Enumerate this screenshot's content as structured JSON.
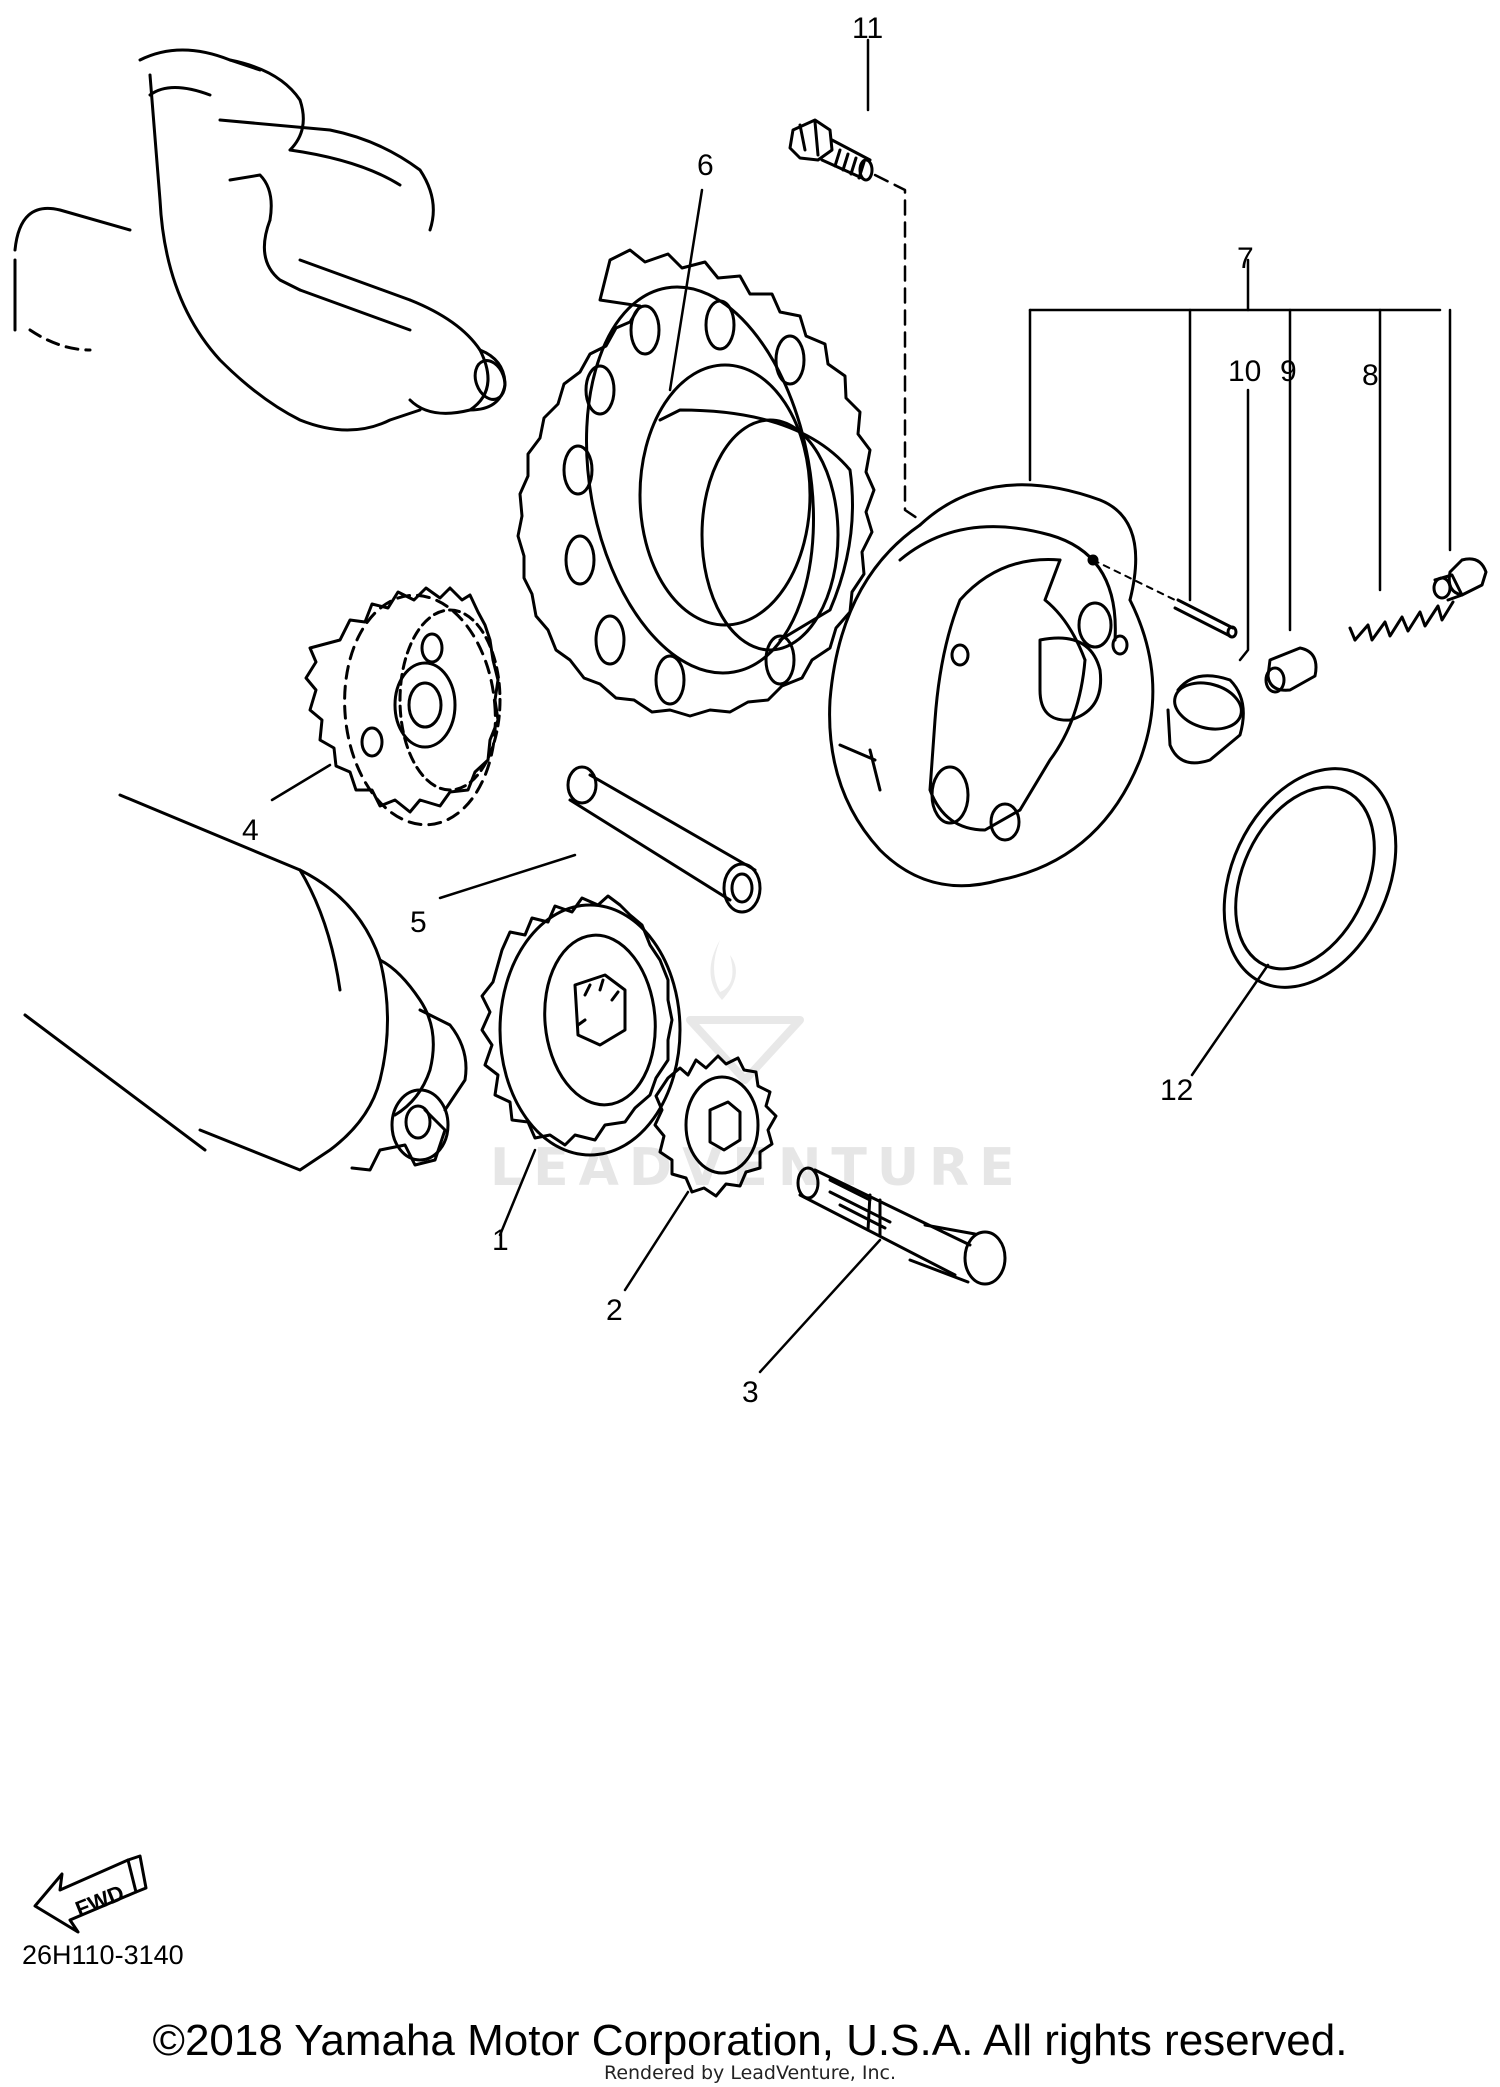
{
  "diagram": {
    "callouts": [
      "1",
      "2",
      "3",
      "4",
      "5",
      "6",
      "7",
      "8",
      "9",
      "10",
      "11",
      "12"
    ],
    "watermark_text": "LEADVENTURE",
    "fwd_label": "FWD"
  },
  "figure_code": "26H110-3140",
  "copyright": "©2018 Yamaha Motor Corporation, U.S.A. All rights reserved.",
  "rendered_by": "Rendered by LeadVenture, Inc."
}
